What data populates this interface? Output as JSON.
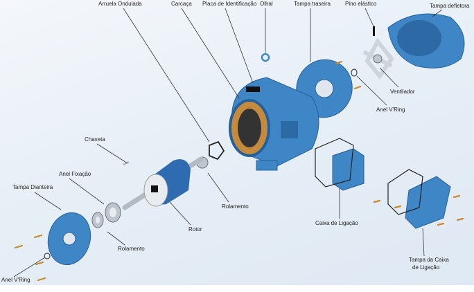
{
  "labels": {
    "arruela_ondulada": "Arruela Ondulada",
    "carcaca": "Carcaça",
    "placa_identificacao": "Placa de Identificação",
    "olhal": "Olhal",
    "tampa_traseira": "Tampa traseira",
    "pino_elastico": "Pino elástico",
    "tampa_defletora": "Tampa defletora",
    "ventilador": "Ventilador",
    "anel_vring_top": "Anel V'Ring",
    "chaveta": "Chaveta",
    "anel_fixacao": "Anel Fixação",
    "tampa_dianteira": "Tampa Dianteira",
    "rolamento_front": "Rolamento",
    "rotor": "Rotor",
    "rolamento_rear": "Rolamento",
    "caixa_ligacao": "Caixa de Ligação",
    "tampa_caixa_line1": "Tampa da Caixa",
    "tampa_caixa_line2": "de Ligação",
    "anel_vring_bottom": "Anel V'Ring"
  },
  "colors": {
    "part_blue": "#3f86c6",
    "background": "#e6eef6"
  }
}
